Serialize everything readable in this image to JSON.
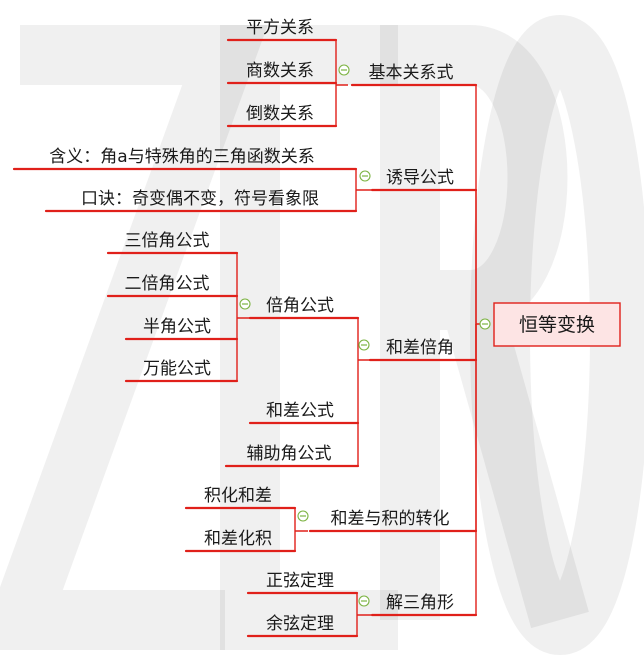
{
  "root": "恒等变换",
  "branches": [
    {
      "label": "基本关系式",
      "children": [
        "平方关系",
        "商数关系",
        "倒数关系"
      ]
    },
    {
      "label": "诱导公式",
      "children": [
        "含义：角a与特殊角的三角函数关系",
        "口诀：奇变偶不变，符号看象限"
      ]
    },
    {
      "label": "和差倍角",
      "children": [
        {
          "label": "倍角公式",
          "children": [
            "三倍角公式",
            "二倍角公式",
            "半角公式",
            "万能公式"
          ]
        },
        "和差公式",
        "辅助角公式"
      ]
    },
    {
      "label": "和差与积的转化",
      "children": [
        "积化和差",
        "和差化积"
      ]
    },
    {
      "label": "解三角形",
      "children": [
        "正弦定理",
        "余弦定理"
      ]
    }
  ],
  "watermark": "ZERO",
  "colors": {
    "line": "#e0201a",
    "toggle": "#7cb342",
    "root_fill": "#fde4e4"
  },
  "icons": {
    "toggle": "collapse-toggle-icon"
  }
}
